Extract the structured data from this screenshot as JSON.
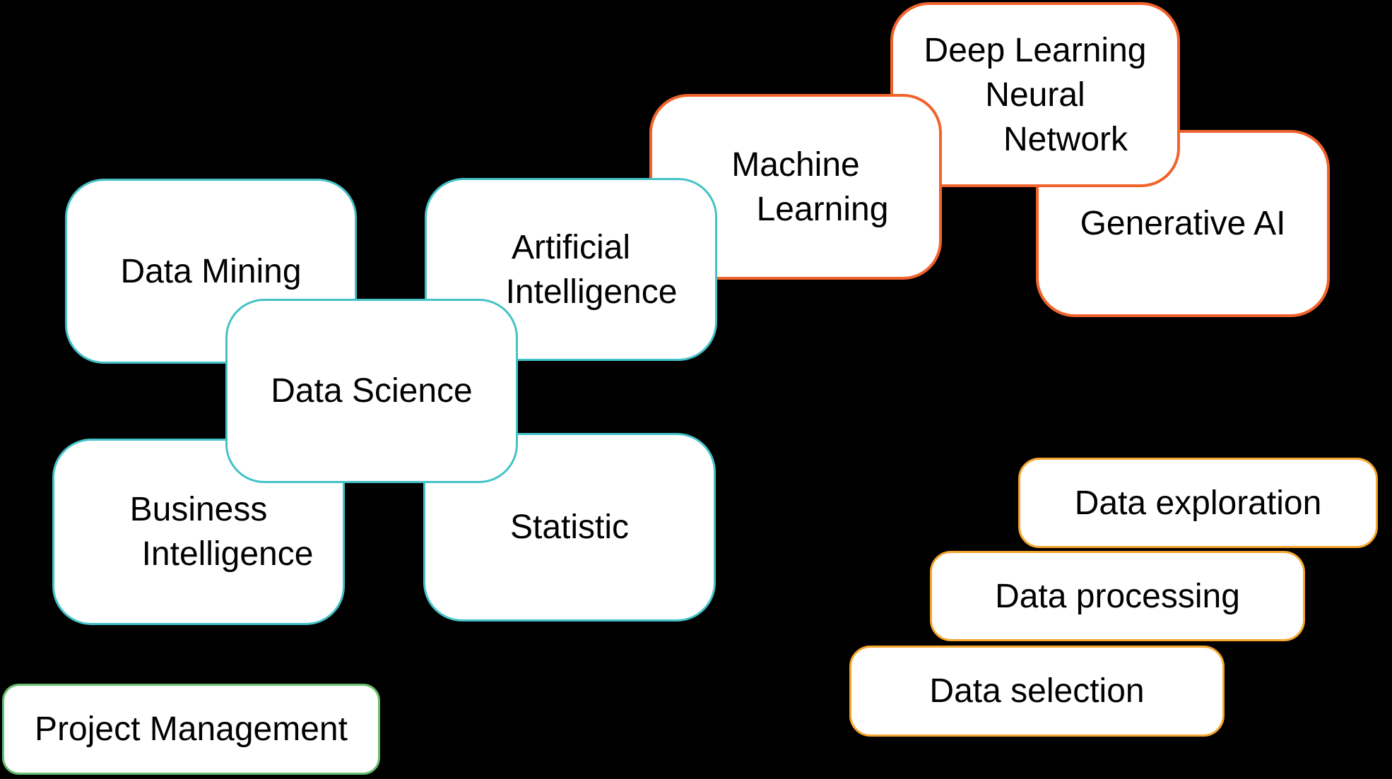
{
  "colors": {
    "background": "#000000",
    "node_fill": "#FFFFFF",
    "text": "#000000",
    "teal_border": "#43C2C8",
    "orange_border": "#F2632C",
    "amber_border": "#F5A52C",
    "green_border": "#67BE6C"
  },
  "nodes": {
    "data_mining": {
      "border": "teal",
      "lines": [
        "Data Mining"
      ]
    },
    "data_science": {
      "border": "teal",
      "lines": [
        "Data Science"
      ]
    },
    "artificial_intelligence": {
      "border": "teal",
      "lines": [
        "Artificial",
        "Intelligence"
      ]
    },
    "business_intelligence": {
      "border": "teal",
      "lines": [
        "Business",
        "Intelligence"
      ]
    },
    "statistic": {
      "border": "teal",
      "lines": [
        "Statistic"
      ]
    },
    "machine_learning": {
      "border": "orange",
      "lines": [
        "Machine",
        "Learning"
      ]
    },
    "deep_learning_neural_network": {
      "border": "orange",
      "lines": [
        "Deep Learning",
        "Neural",
        "Network"
      ]
    },
    "generative_ai": {
      "border": "orange",
      "lines": [
        "Generative AI"
      ]
    },
    "data_exploration": {
      "border": "amber",
      "lines": [
        "Data exploration"
      ]
    },
    "data_processing": {
      "border": "amber",
      "lines": [
        "Data processing"
      ]
    },
    "data_selection": {
      "border": "amber",
      "lines": [
        "Data selection"
      ]
    },
    "project_management": {
      "border": "green",
      "lines": [
        "Project Management"
      ]
    }
  }
}
